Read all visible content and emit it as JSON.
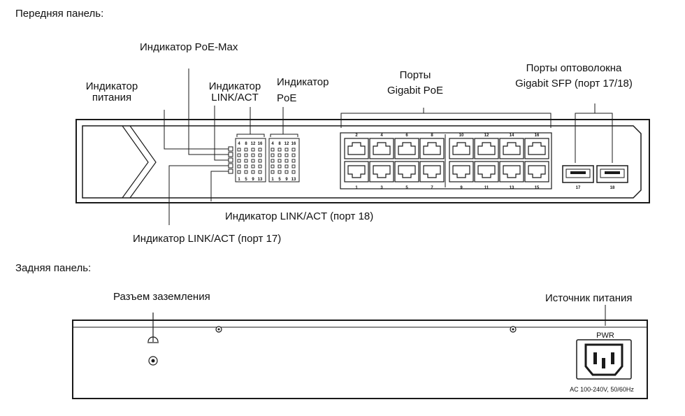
{
  "front": {
    "heading": "Передняя панель:",
    "callouts": {
      "power_led": [
        "Индикатор",
        "питания"
      ],
      "poe_max_led": "Индикатор PoE-Max",
      "link_act_led": [
        "Индикатор",
        "LINK/ACT"
      ],
      "poe_led": [
        "Индикатор",
        "PoE"
      ],
      "gigabit_poe_ports": [
        "Порты",
        "Gigabit PoE"
      ],
      "sfp_ports": [
        "Порты оптоволокна",
        "Gigabit SFP (порт 17/18)"
      ],
      "link_act_18": "Индикатор LINK/ACT (порт 18)",
      "link_act_17": "Индикатор LINK/ACT (порт 17)"
    },
    "led_block_top_labels": [
      "4",
      "8",
      "12",
      "16"
    ],
    "led_block_bottom_labels": [
      "1",
      "5",
      "9",
      "13"
    ],
    "port_top_numbers": [
      "2",
      "4",
      "6",
      "8",
      "10",
      "12",
      "14",
      "16"
    ],
    "port_bottom_numbers": [
      "1",
      "3",
      "5",
      "7",
      "9",
      "11",
      "13",
      "15"
    ],
    "sfp_numbers": [
      "17",
      "18"
    ]
  },
  "rear": {
    "heading": "Задняя панель:",
    "callouts": {
      "ground": "Разъем заземления",
      "power_source": "Источник питания"
    },
    "pwr_label": "PWR",
    "power_rating": "AC 100-240V, 50/60Hz"
  }
}
